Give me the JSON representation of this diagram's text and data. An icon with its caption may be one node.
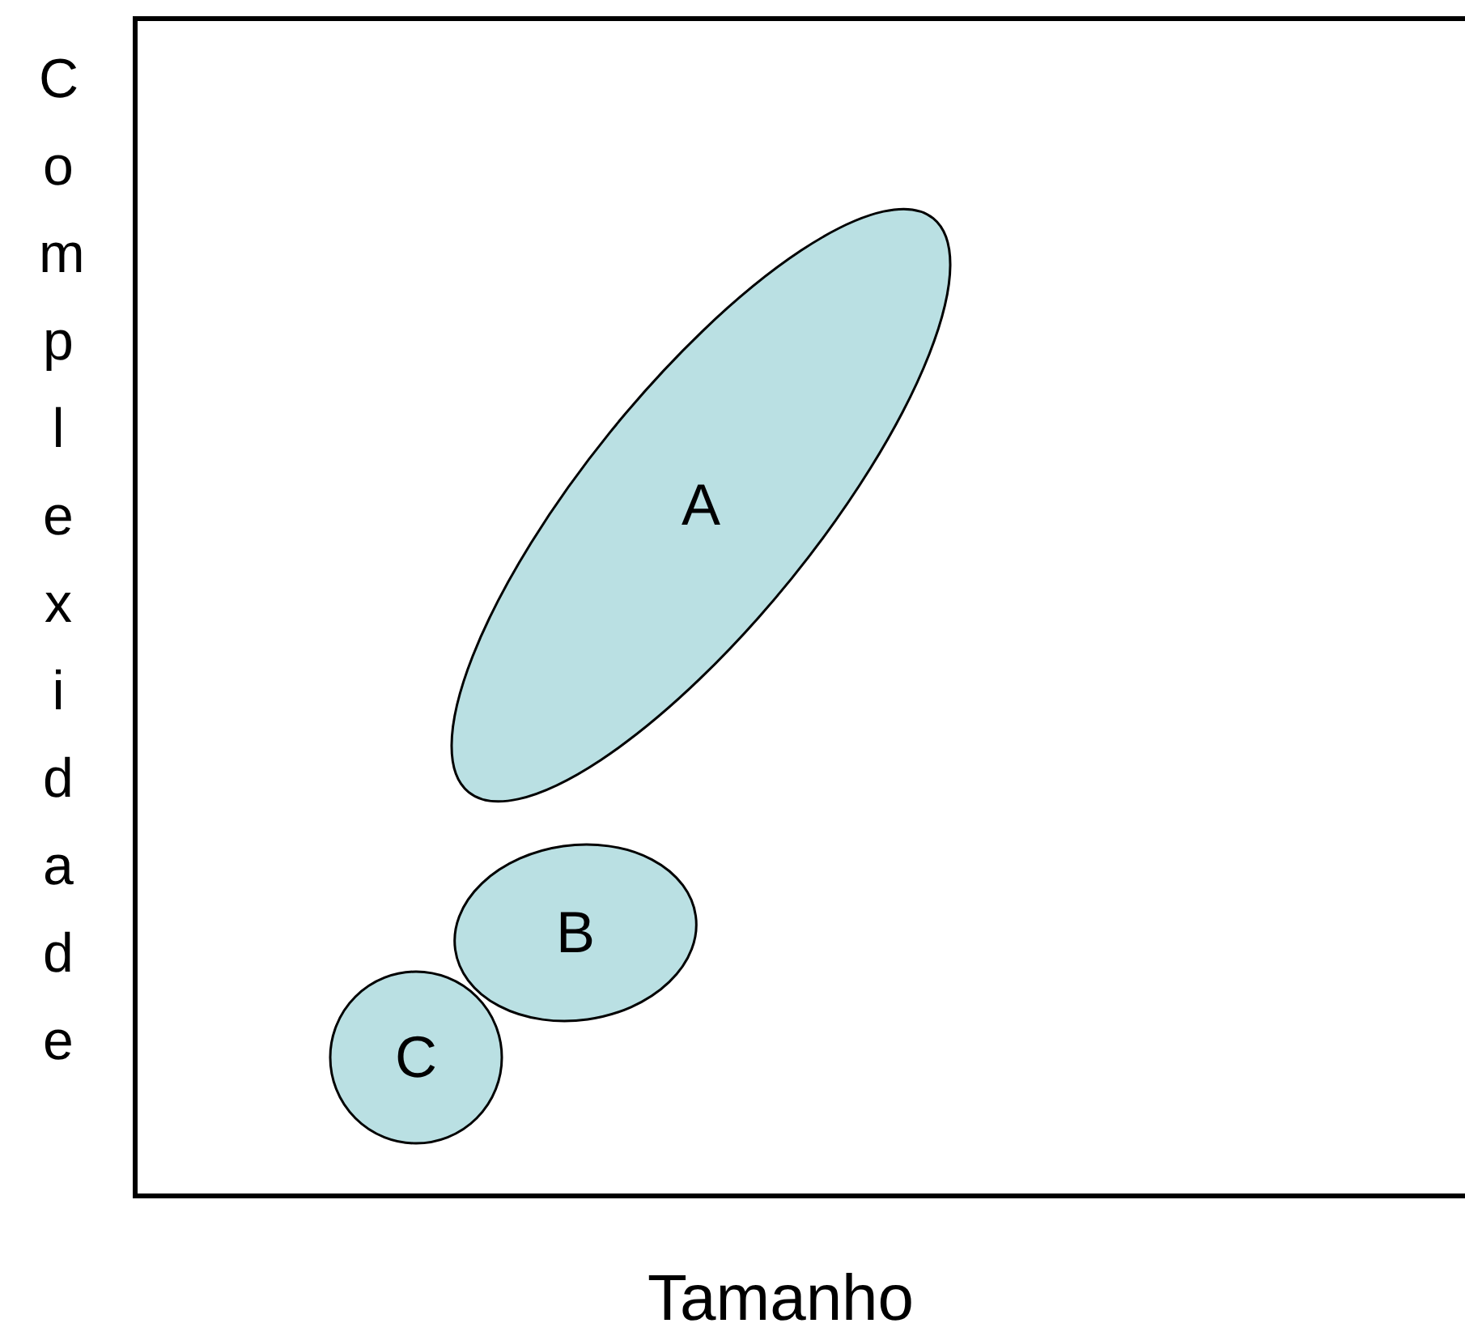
{
  "diagram": {
    "nodes": [
      {
        "text": [
          "A"
        ]
      },
      {
        "text": [
          "B"
        ]
      },
      {
        "text": [
          "C"
        ]
      }
    ],
    "edges": [],
    "labels": [
      "Complexidade",
      "Tamanho"
    ]
  }
}
